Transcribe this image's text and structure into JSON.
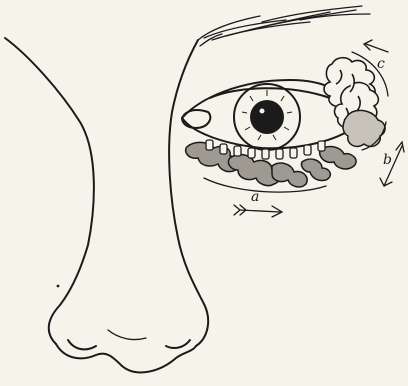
{
  "figure": {
    "labels": {
      "a": "a",
      "b": "b",
      "c": "c"
    }
  }
}
